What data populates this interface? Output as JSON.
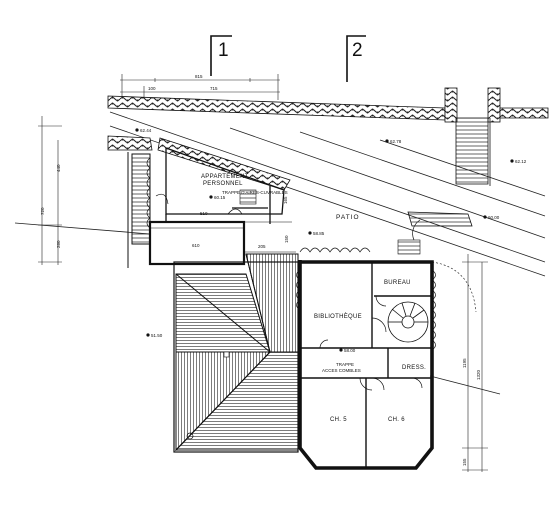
{
  "section_markers": [
    "1",
    "2"
  ],
  "rooms": {
    "appartement_line1": "APPARTEMENT",
    "appartement_line2": "PERSONNEL",
    "patio": "PATIO",
    "bureau": "BUREAU",
    "bibliotheque": "BIBLIOTHÈQUE",
    "dress": "DRESS.",
    "ch5": "CH. 5",
    "ch6": "CH. 6"
  },
  "notes": {
    "trappe_top": "TRAPPE D'AIRES-CUVRABLES",
    "trappe_bottom_line1": "TRAPPE",
    "trappe_bottom_line2": "ACCES COMBLES"
  },
  "levels": {
    "lvl_6244": "62.44",
    "lvl_6278": "62.78",
    "lvl_6212": "62.12",
    "lvl_6015": "60.15",
    "lvl_6000": "60.00",
    "lvl_5885": "58.85",
    "lvl_5800": "58.00",
    "lvl_5150": "51.50"
  },
  "dimensions": {
    "top_815": "815",
    "top_100": "100",
    "top_715": "715",
    "left_440": "440",
    "left_720": "720",
    "left_280": "280",
    "mid_510": "510",
    "mid_610": "610",
    "mid_205": "205",
    "mid_150": "150",
    "mid_165": "165",
    "right_1195": "1195",
    "right_1320": "1320",
    "right_155": "155"
  }
}
